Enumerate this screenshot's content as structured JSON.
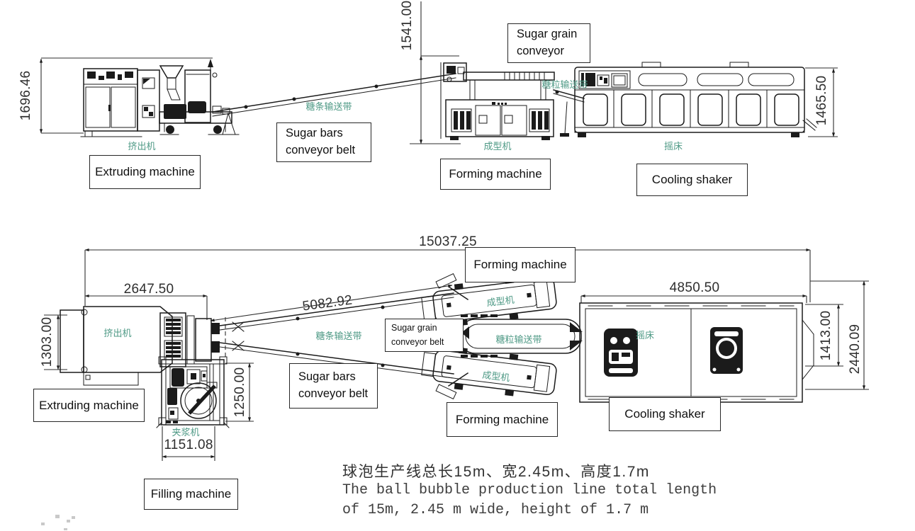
{
  "colors": {
    "ink": "#1b1b1b",
    "cjk_label": "#4f9a86",
    "dim_text": "#2e2e2e"
  },
  "top": {
    "dim_extruder_height": "1696.46",
    "dim_forming_height": "1541.00",
    "dim_shaker_height": "1465.50",
    "zh_extruder": "挤出机",
    "zh_sugar_bar_belt": "糖条输送带",
    "zh_forming": "成型机",
    "zh_sugar_grain_belt": "糖粒输送带",
    "zh_shaker": "摇床",
    "box_extruding": "Extruding machine",
    "box_sugar_bars_l1": "Sugar bars",
    "box_sugar_bars_l2": "conveyor belt",
    "box_forming": "Forming machine",
    "box_sugar_grain_l1": "Sugar grain",
    "box_sugar_grain_l2": "conveyor",
    "box_cooling": "Cooling shaker"
  },
  "bottom": {
    "dim_total_length": "15037.25",
    "dim_extruder_length": "2647.50",
    "dim_belt_length": "5082.92",
    "dim_shaker_length": "4850.50",
    "dim_extruder_width": "1303.00",
    "dim_filling_length": "1250.00",
    "dim_filling_width": "1151.08",
    "dim_shaker_width": "1413.00",
    "dim_total_width": "2440.09",
    "zh_extruder": "挤出机",
    "zh_sugar_bar_belt": "糖条输送带",
    "zh_forming_top": "成型机",
    "zh_forming_bottom": "成型机",
    "zh_sugar_grain_belt": "糖粒输送带",
    "zh_shaker": "摇床",
    "zh_filling": "夹浆机",
    "box_extruding": "Extruding machine",
    "box_sugar_bars_l1": "Sugar bars",
    "box_sugar_bars_l2": "conveyor belt",
    "box_forming_top": "Forming machine",
    "box_forming_bottom": "Forming machine",
    "box_sugar_grain_l1": "Sugar grain",
    "box_sugar_grain_l2": "conveyor belt",
    "box_cooling": "Cooling shaker",
    "box_filling": "Filling machine"
  },
  "caption": {
    "zh": "球泡生产线总长15m、宽2.45m、高度1.7m",
    "en_line1": "The ball bubble production line total length",
    "en_line2": "of 15m, 2.45 m wide, height of 1.7 m"
  }
}
